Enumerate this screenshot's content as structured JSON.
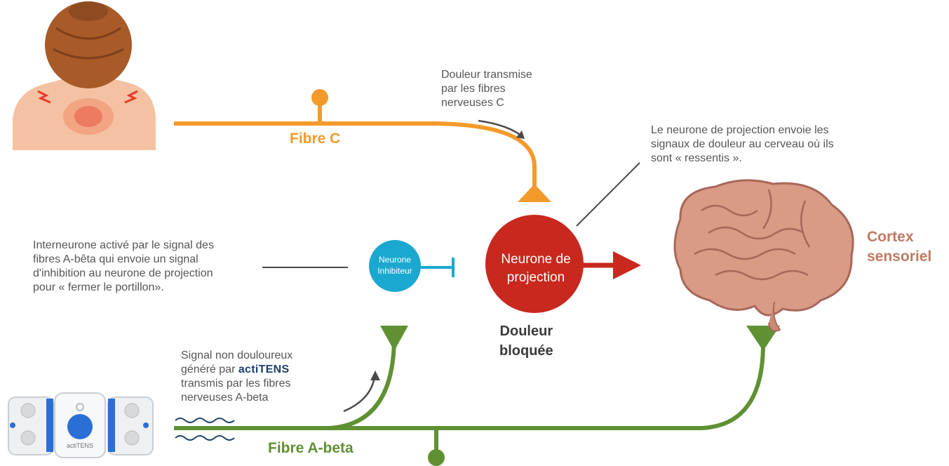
{
  "labels": {
    "fibre_c": "Fibre C",
    "fibre_abeta": "Fibre A-beta",
    "cortex": [
      "Cortex",
      "sensoriel"
    ],
    "douleur_bloquee": [
      "Douleur",
      "bloquée"
    ],
    "neurone_inhibiteur": [
      "Neurone",
      "Inhibiteur"
    ],
    "neurone_projection": [
      "Neurone de",
      "projection"
    ],
    "device_brand": "actiTENS"
  },
  "notes": {
    "fibre_c": [
      "Douleur transmise",
      "par les fibres",
      "nerveuses C"
    ],
    "projection": [
      "Le neurone de projection envoie les",
      "signaux de douleur au cerveau où ils",
      "sont « ressentis »."
    ],
    "interneurone": [
      "Interneurone activé par le signal des",
      "fibres A-bêta qui envoie un signal",
      "d'inhibition au neurone de projection",
      "pour « fermer le portillon»."
    ],
    "signal": {
      "line1": "Signal non douloureux",
      "line2_prefix": "généré par ",
      "line2_brand": "actiTENS",
      "line3": "transmis par les fibres",
      "line4": "nerveuses A-beta"
    }
  },
  "colors": {
    "fibre_c": "#f39a2b",
    "fibre_abeta": "#5f9133",
    "inhibitor": "#1ba8d0",
    "projection": "#c8281e",
    "cortex_label": "#c07a62",
    "brain": "#d99a86",
    "skin": "#f4c2a2",
    "hair": "#a85a28",
    "device_blue": "#2a6fd6",
    "text": "#555555"
  },
  "icons": {
    "person": "neck-pain-person-illustration",
    "brain": "brain-illustration",
    "device": "actitens-device-illustration"
  }
}
